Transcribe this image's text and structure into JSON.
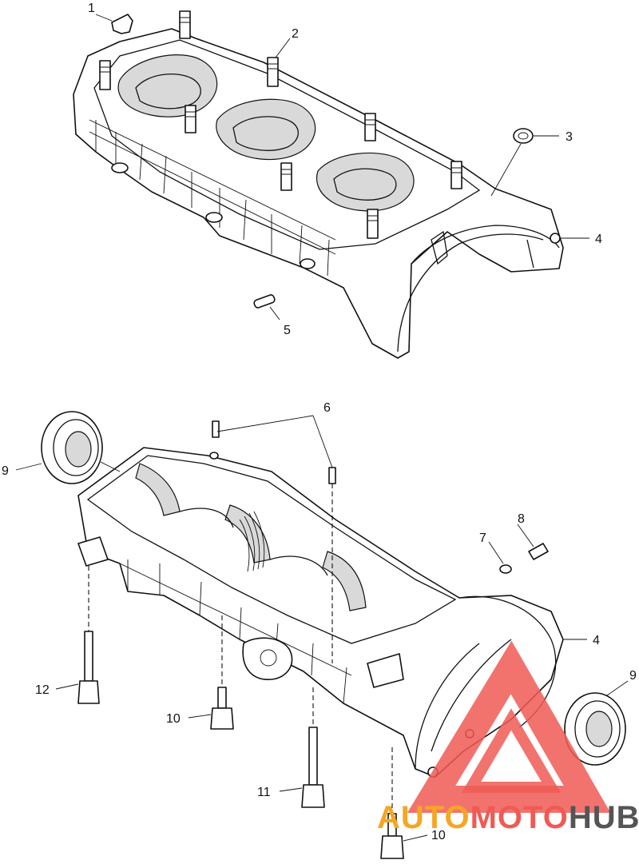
{
  "callouts": [
    {
      "id": "c1",
      "text": "1"
    },
    {
      "id": "c2",
      "text": "2"
    },
    {
      "id": "c3",
      "text": "3"
    },
    {
      "id": "c4a",
      "text": "4"
    },
    {
      "id": "c5",
      "text": "5"
    },
    {
      "id": "c6",
      "text": "6"
    },
    {
      "id": "c7",
      "text": "7"
    },
    {
      "id": "c8",
      "text": "8"
    },
    {
      "id": "c9a",
      "text": "9"
    },
    {
      "id": "c9b",
      "text": "9"
    },
    {
      "id": "c4b",
      "text": "4"
    },
    {
      "id": "c12",
      "text": "12"
    },
    {
      "id": "c10a",
      "text": "10"
    },
    {
      "id": "c11",
      "text": "11"
    },
    {
      "id": "c10b",
      "text": "10"
    }
  ],
  "watermark": {
    "part1": "AUTO",
    "part2": "MOTO",
    "part3": "HUB",
    "color_red": "#f05a55",
    "color_orange": "#f5a623",
    "color_gray": "#555555"
  }
}
